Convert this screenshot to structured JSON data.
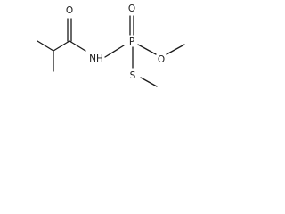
{
  "atoms": {
    "o_carbonyl": "O",
    "nh": "NH",
    "p": "P",
    "o_phosphoryl": "O",
    "o_ester": "O",
    "s": "S"
  }
}
